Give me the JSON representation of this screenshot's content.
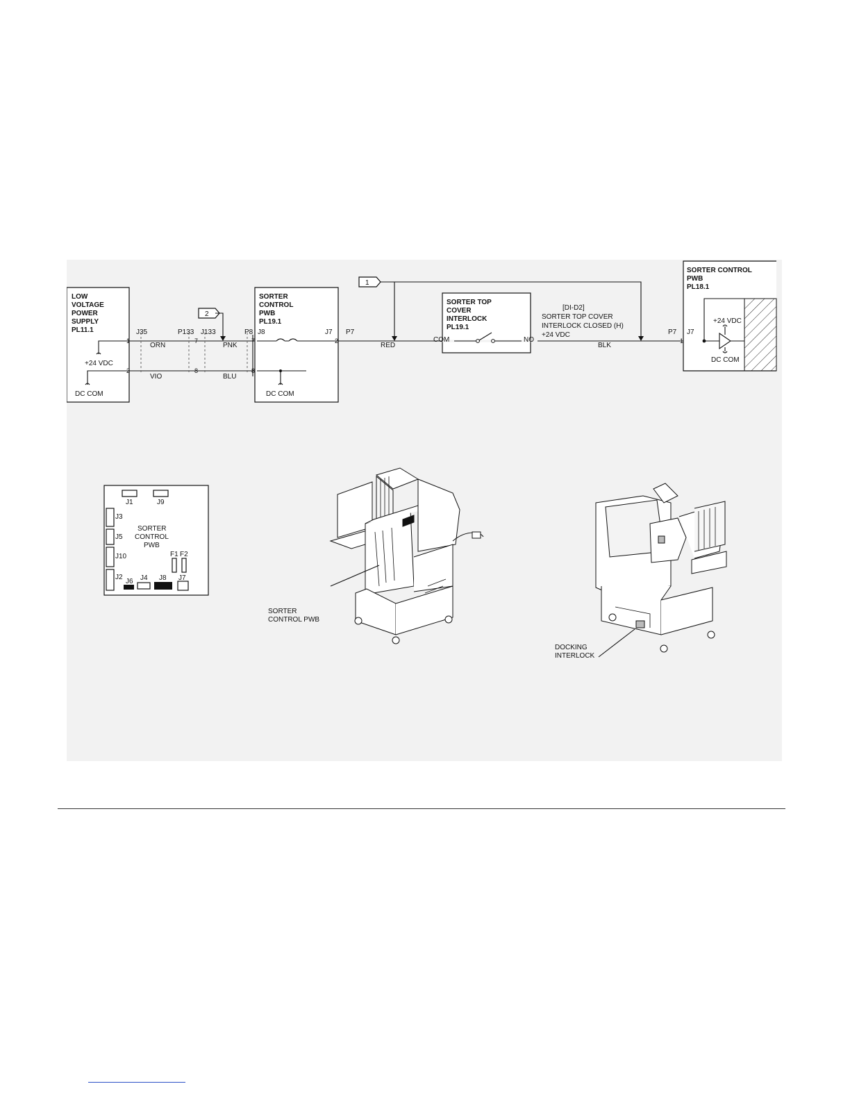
{
  "lvps": {
    "title": [
      "LOW",
      "VOLTAGE",
      "POWER",
      "SUPPLY",
      "PL11.1"
    ],
    "v24": "+24 VDC",
    "dccom": "DC COM",
    "conn": "J35",
    "pin1": "1",
    "pin2": "2"
  },
  "harness": {
    "p133": "P133",
    "j133": "J133",
    "p8": "P8",
    "j8": "J8",
    "pin7": "7",
    "pin8": "8",
    "orn": "ORN",
    "vio": "VIO",
    "pnk": "PNK",
    "blu": "BLU"
  },
  "sorter_pwb": {
    "title": [
      "SORTER",
      "CONTROL",
      "PWB",
      "PL19.1"
    ],
    "dccom": "DC COM",
    "j7": "J7",
    "pin2": "2"
  },
  "flags": {
    "f1": "1",
    "f2": "2"
  },
  "wire": {
    "p7": "P7",
    "red": "RED",
    "blk": "BLK"
  },
  "interlock": {
    "title": [
      "SORTER TOP",
      "COVER",
      "INTERLOCK",
      "PL19.1"
    ],
    "com": "COM",
    "no": "NO"
  },
  "signal": {
    "line1": "[DI-D2]",
    "line2": "SORTER TOP COVER",
    "line3": "INTERLOCK CLOSED (H)",
    "line4": "+24 VDC"
  },
  "sorter_pwb2": {
    "title": [
      "SORTER CONTROL",
      "PWB",
      "PL18.1"
    ],
    "p7": "P7",
    "j7": "J7",
    "pin1": "1",
    "v24": "+24 VDC",
    "dccom": "DC COM"
  },
  "board": {
    "title": [
      "SORTER",
      "CONTROL",
      "PWB"
    ],
    "j1": "J1",
    "j9": "J9",
    "j3": "J3",
    "j5": "J5",
    "j10": "J10",
    "j2": "J2",
    "j6": "J6",
    "j4": "J4",
    "j8": "J8",
    "j7": "J7",
    "f1": "F1",
    "f2": "F2"
  },
  "callouts": {
    "pwb": [
      "SORTER",
      "CONTROL PWB"
    ],
    "docking": [
      "DOCKING",
      "INTERLOCK"
    ]
  }
}
